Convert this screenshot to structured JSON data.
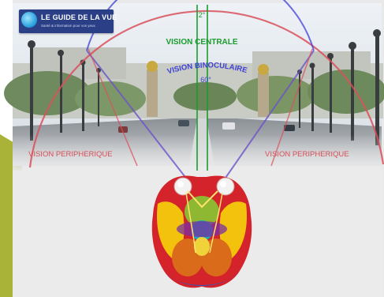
{
  "logo": {
    "title": "LE GUIDE DE LA VUE",
    "subtitle": "Santé & information pour vos yeux"
  },
  "labels": {
    "central_angle": "2°",
    "central_vision": "VISION CENTRALE",
    "binocular_vision": "VISION BINOCULAIRE",
    "binocular_angle": "60°",
    "peripheral_left": "VISION PERIPHERIQUE",
    "peripheral_right": "VISION PERIPHERIQUE"
  },
  "colors": {
    "central": "#1a9c2e",
    "binocular": "#3d3fd6",
    "peripheral": "#d9505b",
    "visual_path": "#4b2fa8",
    "brain_red": "#d4232b",
    "brain_yellow": "#f2c20c",
    "brain_orange": "#d96b1a",
    "brain_blue": "#1f5fc7"
  }
}
